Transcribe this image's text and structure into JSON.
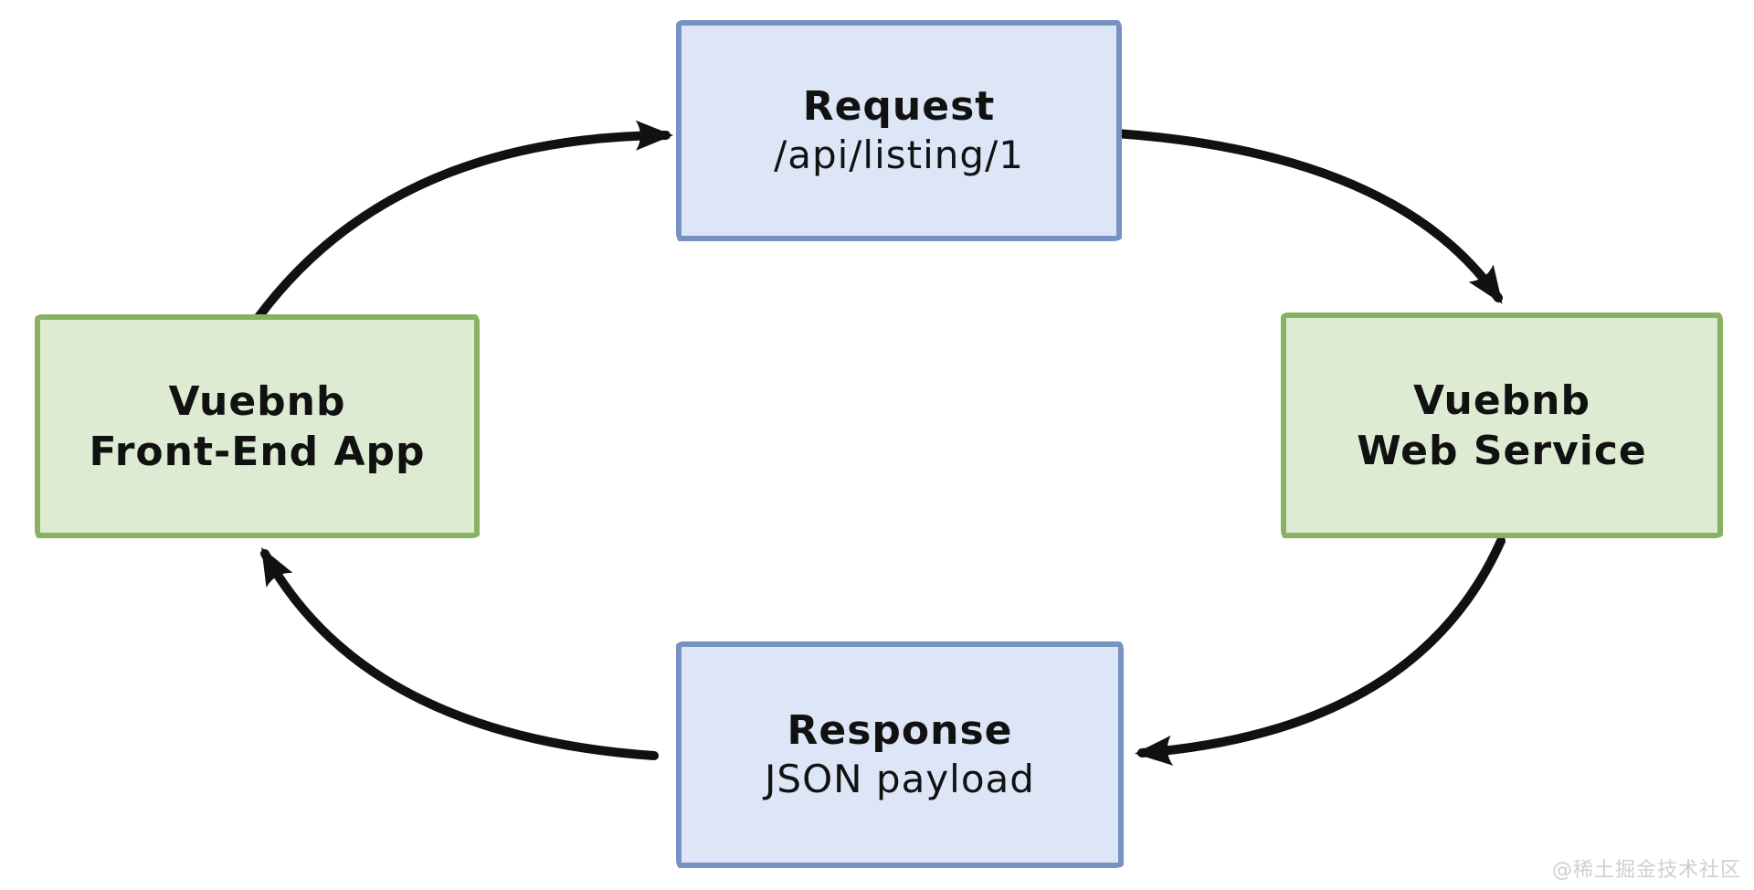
{
  "diagram": {
    "type": "cycle-flow",
    "nodes": {
      "request": {
        "title": "Request",
        "subtitle": "/api/listing/1"
      },
      "frontend": {
        "title": "Vuebnb",
        "subtitle": "Front-End App"
      },
      "service": {
        "title": "Vuebnb",
        "subtitle": "Web Service"
      },
      "response": {
        "title": "Response",
        "subtitle": "JSON payload"
      }
    },
    "edges": [
      {
        "from": "frontend",
        "to": "request"
      },
      {
        "from": "request",
        "to": "service"
      },
      {
        "from": "service",
        "to": "response"
      },
      {
        "from": "response",
        "to": "frontend"
      }
    ],
    "colors": {
      "background": "#ffffff",
      "blue_fill": "#dde6f7",
      "blue_border": "#7792c2",
      "green_fill": "#ddebd2",
      "green_border": "#89b163",
      "arrow": "#111111",
      "text": "#111111",
      "watermark": "#cfcfcf"
    }
  },
  "watermark": {
    "text": "@稀土掘金技术社区"
  }
}
